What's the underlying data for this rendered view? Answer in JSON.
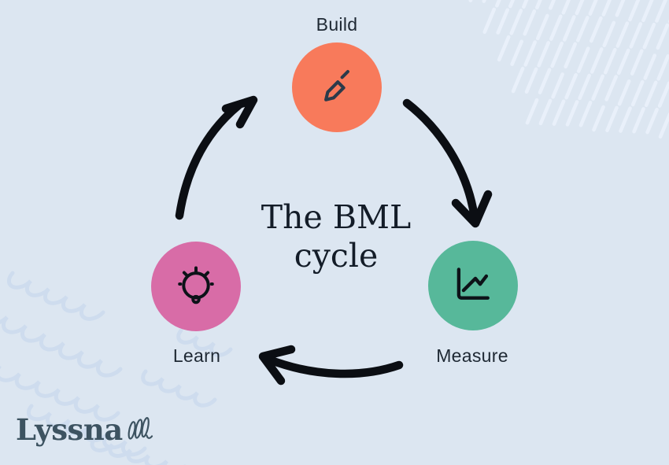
{
  "background_color": "#dce6f1",
  "title": {
    "line1": "The BML",
    "line2": "cycle",
    "color": "#131c28"
  },
  "label_color": "#1e2833",
  "nodes": [
    {
      "id": "build",
      "label": "Build",
      "color": "#f87a5b",
      "icon": "pencil-icon",
      "icon_color": "#2b3a4a"
    },
    {
      "id": "measure",
      "label": "Measure",
      "color": "#57b89a",
      "icon": "line-chart-icon",
      "icon_color": "#0d1218"
    },
    {
      "id": "learn",
      "label": "Learn",
      "color": "#d86ca7",
      "icon": "lightbulb-icon",
      "icon_color": "#0d1218"
    }
  ],
  "arrows": {
    "color": "#0b0e13",
    "items": [
      {
        "from": "Build",
        "to": "Measure"
      },
      {
        "from": "Measure",
        "to": "Learn"
      },
      {
        "from": "Learn",
        "to": "Build"
      }
    ]
  },
  "logo": {
    "text": "Lyssna",
    "color": "#3d5361",
    "icon": "scribble-loops-icon"
  },
  "decor": {
    "hash_color": "#e9f0fa",
    "loops_color": "#cddcee"
  }
}
